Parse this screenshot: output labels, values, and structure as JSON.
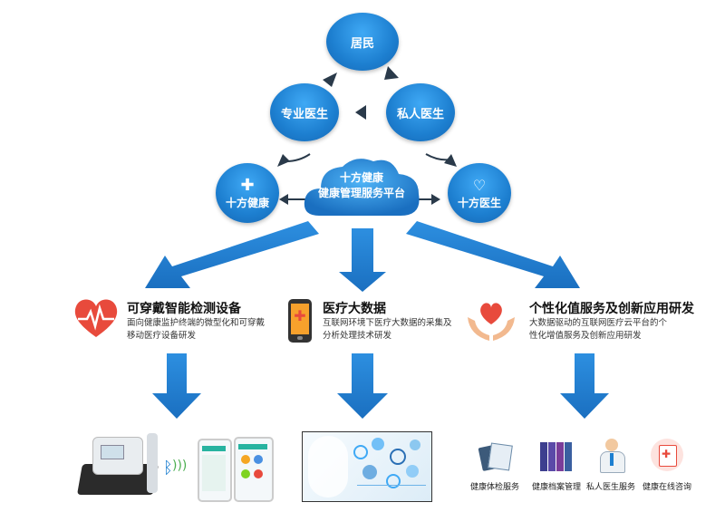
{
  "top_nodes": {
    "resident": "居民",
    "specialist_doctor": "专业医生",
    "private_doctor": "私人医生",
    "left_platform": "十方健康",
    "right_platform": "十方医生"
  },
  "cloud": {
    "line1": "十方健康",
    "line2": "健康管理服务平台"
  },
  "sections": [
    {
      "title": "可穿戴智能检测设备",
      "desc_line1": "面向健康监护终端的微型化和可穿戴",
      "desc_line2": "移动医疗设备研发"
    },
    {
      "title": "医疗大数据",
      "desc_line1": "互联网环境下医疗大数据的采集及",
      "desc_line2": "分析处理技术研发"
    },
    {
      "title": "个性化值服务及创新应用研发",
      "desc_line1": "大数据驱动的互联网医疗云平台的个",
      "desc_line2": "性化增值服务及创新应用研发"
    }
  ],
  "services": [
    {
      "label": "健康体检服务"
    },
    {
      "label": "健康档案管理"
    },
    {
      "label": "私人医生服务"
    },
    {
      "label": "健康在线咨询"
    }
  ],
  "colors": {
    "primary": "#1d7fd0",
    "accent_red": "#e84a3c",
    "dark_arrow": "#2a3a4a"
  }
}
